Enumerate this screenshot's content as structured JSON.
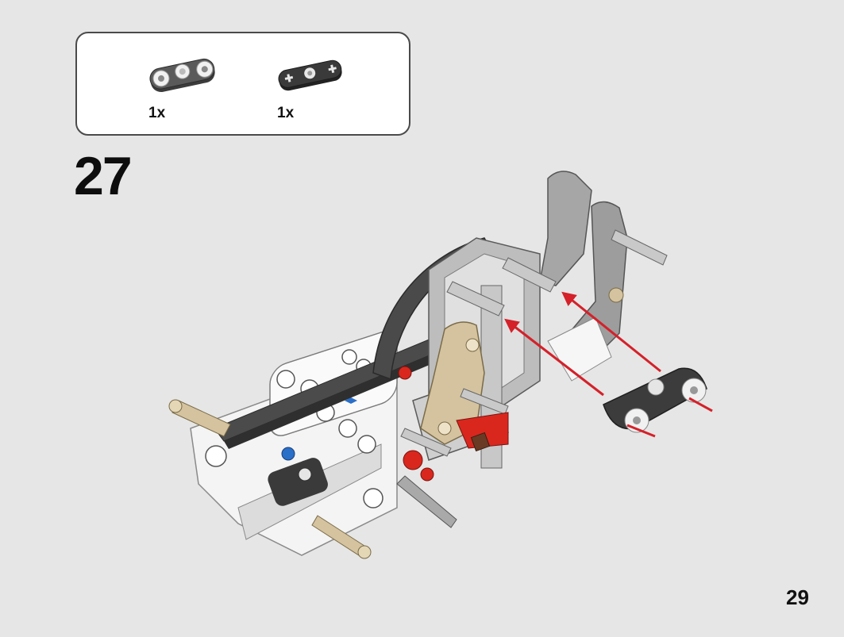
{
  "parts_list": {
    "items": [
      {
        "icon": "link-connector-part-icon",
        "quantity": "1x"
      },
      {
        "icon": "liftarm-part-icon",
        "quantity": "1x"
      }
    ]
  },
  "step": {
    "number": "27"
  },
  "page": {
    "number": "29"
  },
  "colors": {
    "background": "#e6e6e6",
    "arrow": "#d4212a",
    "dark_grey": "#4b4b4b",
    "light_grey": "#b8b8b8",
    "tan": "#d4c39e",
    "red": "#d9271e",
    "blue": "#2a6fc8"
  }
}
